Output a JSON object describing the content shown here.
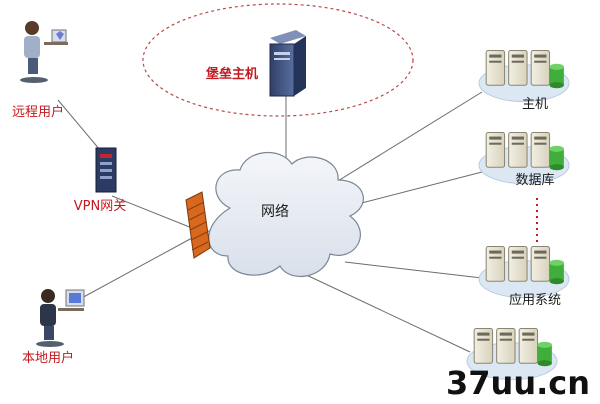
{
  "nodes": {
    "remote_user": "远程用户",
    "vpn_gateway": "VPN网关",
    "local_user": "本地用户",
    "bastion_host": "堡垒主机",
    "network": "网络",
    "host": "主机",
    "database": "数据库",
    "app_system": "应用系统"
  },
  "watermark": "37uu.cn",
  "colors": {
    "label_red": "#c2191f",
    "label_dark": "#1a1a1a",
    "cloud_fill": "#e7ecf3",
    "cloud_stroke": "#7a8796",
    "ellipse_stroke": "#b84a4a",
    "server_halo": "#dbe8f4",
    "db_green": "#3fae3a",
    "firewall_orange": "#d7681d"
  }
}
